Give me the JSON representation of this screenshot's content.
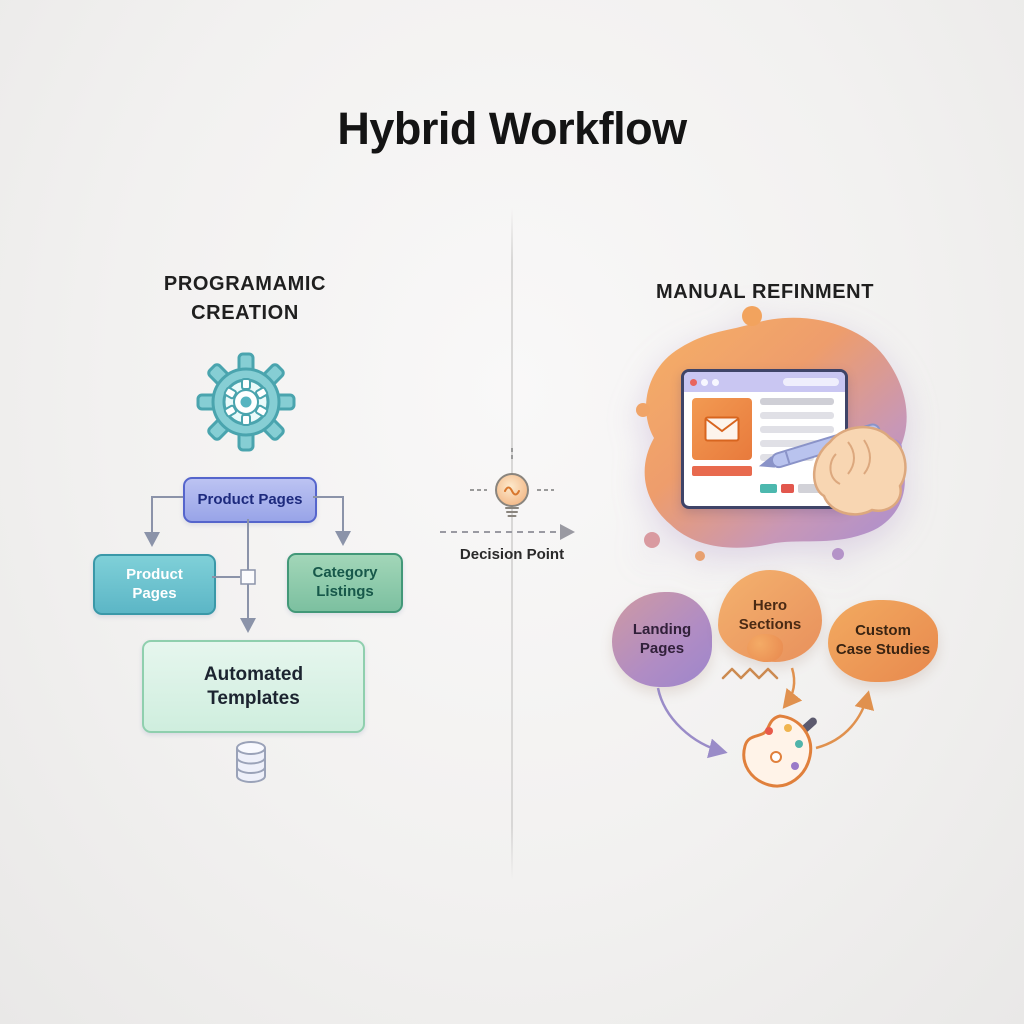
{
  "title": "Hybrid Workflow",
  "left_panel": {
    "heading": "PROGRAMAMIC\nCREATION",
    "nodes": {
      "product_pages_top": "Product Pages",
      "product_pages_left": "Product\nPages",
      "category_listings": "Category\nListings",
      "automated_templates": "Automated\nTemplates"
    },
    "icons": {
      "gear": "gear-icon",
      "database": "database-icon"
    }
  },
  "center": {
    "decision_label": "Decision Point",
    "icon": "lightbulb-icon"
  },
  "right_panel": {
    "heading": "MANUAL REFINMENT",
    "blobs": {
      "landing_pages": "Landing\nPages",
      "hero_sections": "Hero\nSections",
      "custom_case_studies": "Custom\nCase Studies"
    },
    "icons": {
      "browser": "browser-mockup-icon",
      "envelope": "envelope-icon",
      "hand_pen": "hand-pen-icon",
      "palette": "palette-icon",
      "squiggle": "squiggle-icon"
    }
  },
  "colors": {
    "background": "#f2f1f0",
    "title_text": "#141414",
    "teal": "#5fb9c6",
    "blue": "#5a68cf",
    "green": "#7cc0a0",
    "mint": "#d9f0e4",
    "orange": "#ef9a54",
    "purple": "#a88fd0",
    "connector": "#8b93a9"
  }
}
